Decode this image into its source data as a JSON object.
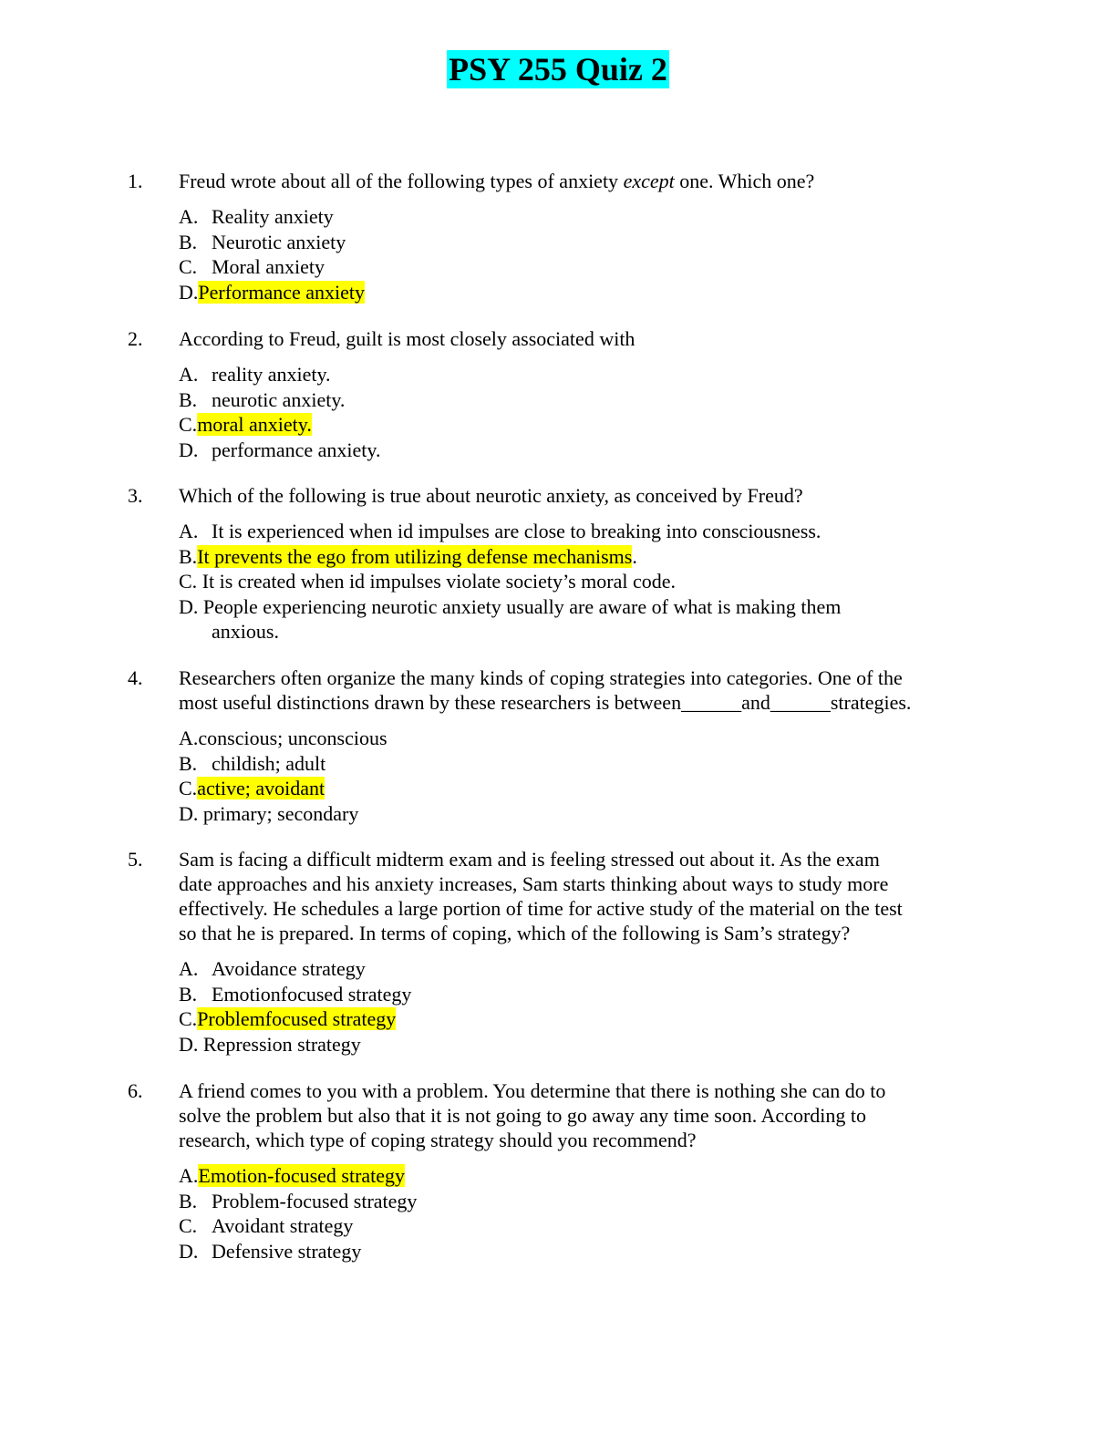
{
  "title": "PSY 255 Quiz 2",
  "colors": {
    "title_highlight": "#00ffff",
    "answer_highlight": "#ffff00"
  },
  "questions": [
    {
      "number": "1.",
      "text_before": "Freud wrote about all of the following types of anxiety ",
      "text_emph": "except",
      "text_after": " one. Which one?",
      "options": [
        {
          "letter": "A.",
          "text": "Reality anxiety"
        },
        {
          "letter": "B.",
          "text": "Neurotic anxiety"
        },
        {
          "letter": "C.",
          "text": "Moral anxiety"
        },
        {
          "letter": "D.",
          "text": "Performance anxiety",
          "highlighted": true
        }
      ]
    },
    {
      "number": "2.",
      "lines": [
        "According to Freud, guilt is most closely associated with"
      ],
      "options": [
        {
          "letter": "A.",
          "text": "reality anxiety."
        },
        {
          "letter": "B.",
          "text": "neurotic anxiety."
        },
        {
          "letter": "C.",
          "text": "moral anxiety.",
          "highlighted": true
        },
        {
          "letter": "D.",
          "text": "performance anxiety."
        }
      ]
    },
    {
      "number": "3.",
      "lines": [
        "Which of the following is true about neurotic anxiety, as conceived by Freud?"
      ],
      "options": [
        {
          "letter": "A.",
          "text": "It is experienced when id impulses are close to breaking into consciousness."
        },
        {
          "letter": "B.",
          "text": "It prevents the ego from utilizing defense mechanisms",
          "highlighted": true,
          "suffix": "."
        },
        {
          "letter": "C.",
          "text": "It is created when id impulses violate society’s moral code."
        },
        {
          "letter": "D.",
          "text": "People experiencing neurotic anxiety usually are aware of what is making them",
          "continuation": "anxious."
        }
      ]
    },
    {
      "number": "4.",
      "lines": [
        "Researchers often organize the many kinds of coping strategies into categories. One of the",
        "most useful distinctions drawn by these researchers is between______and______strategies."
      ],
      "options": [
        {
          "letter": "A.",
          "text": "conscious; unconscious"
        },
        {
          "letter": "B.",
          "text": "childish; adult"
        },
        {
          "letter": "C.",
          "text": "active; avoidant",
          "highlighted": true
        },
        {
          "letter": "D.",
          "text": "primary; secondary"
        }
      ]
    },
    {
      "number": "5.",
      "lines": [
        "Sam is facing a difficult midterm exam and is feeling stressed out about it. As the exam",
        "date approaches and his anxiety increases, Sam starts thinking about ways to study more",
        "effectively.  He schedules a large portion of time for active study of the material on the test",
        "so that he is prepared.  In terms of coping, which of the following is Sam’s strategy?"
      ],
      "options": [
        {
          "letter": "A.",
          "text": "Avoidance strategy"
        },
        {
          "letter": "B.",
          "text": "Emotionfocused strategy"
        },
        {
          "letter": "C.",
          "text": "Problemfocused strategy",
          "highlighted": true
        },
        {
          "letter": "D.",
          "text": "Repression strategy"
        }
      ]
    },
    {
      "number": "6.",
      "lines": [
        "A friend comes to you with a problem. You determine that there is nothing she can do to",
        "solve the problem but also that it is not going to go away any time soon. According to",
        "research, which type of coping strategy should you recommend?"
      ],
      "options": [
        {
          "letter": "A.",
          "text": "Emotion-focused strategy",
          "highlighted": true
        },
        {
          "letter": "B.",
          "text": "Problem-focused strategy"
        },
        {
          "letter": "C.",
          "text": "Avoidant strategy"
        },
        {
          "letter": "D.",
          "text": "Defensive strategy"
        }
      ]
    }
  ]
}
